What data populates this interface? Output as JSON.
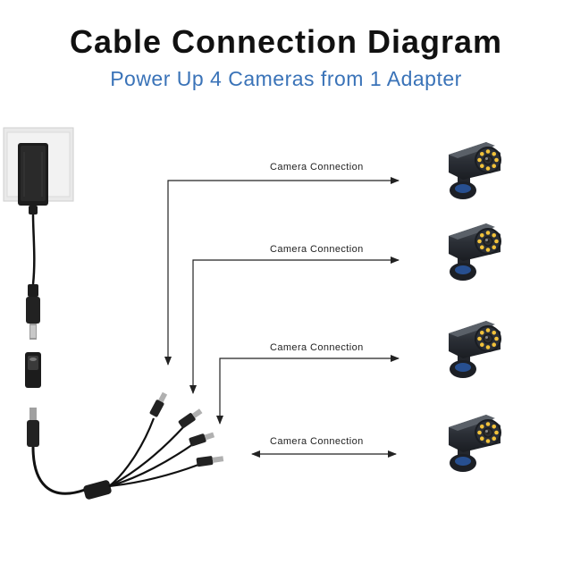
{
  "header": {
    "title": "Cable Connection Diagram",
    "subtitle": "Power Up 4 Cameras from 1 Adapter"
  },
  "connections": [
    {
      "label": "Camera Connection"
    },
    {
      "label": "Camera Connection"
    },
    {
      "label": "Camera Connection"
    },
    {
      "label": "Camera Connection"
    }
  ],
  "colors": {
    "subtitle": "#3a73b8",
    "cable": "#111111",
    "wall_plate": "#e9e9e9",
    "camera_body": "#2b2f36",
    "camera_led": "#f2c23a",
    "arrow": "#222222"
  },
  "icons": [
    "power-adapter-icon",
    "dc-plug-icon",
    "dc-jack-icon",
    "splitter-cable-icon",
    "security-camera-icon"
  ]
}
